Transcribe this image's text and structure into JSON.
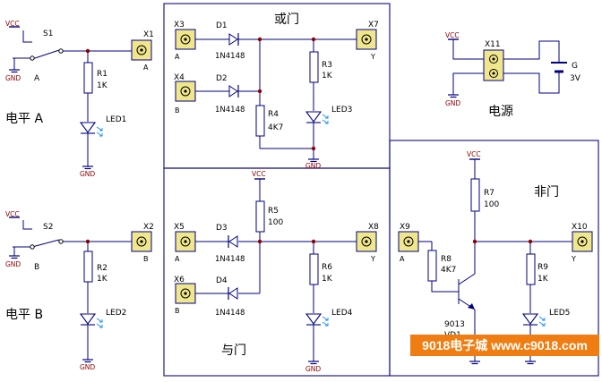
{
  "blocks": {
    "or_gate": "或门",
    "and_gate": "与门",
    "not_gate": "非门",
    "power": "电源",
    "level_a": "电平 A",
    "level_b": "电平 B"
  },
  "rails": {
    "vcc": "VCC",
    "gnd": "GND"
  },
  "left_a": {
    "switch": "S1",
    "pos": "A",
    "resistor": "R1",
    "rvalue": "1K",
    "led": "LED1",
    "terminal": "X1",
    "tpin": "A"
  },
  "left_b": {
    "switch": "S2",
    "pos": "B",
    "resistor": "R2",
    "rvalue": "1K",
    "led": "LED2",
    "terminal": "X2",
    "tpin": "B"
  },
  "or": {
    "in_a": "X3",
    "pin_a": "A",
    "in_b": "X4",
    "pin_b": "B",
    "d1": "D1",
    "d2": "D2",
    "dpart": "1N4148",
    "r3": "R3",
    "r3v": "1K",
    "r4": "R4",
    "r4v": "4K7",
    "led": "LED3",
    "out": "X7",
    "pin_y": "Y"
  },
  "and": {
    "in_a": "X5",
    "pin_a": "A",
    "in_b": "X6",
    "pin_b": "B",
    "d3": "D3",
    "d4": "D4",
    "dpart": "1N4148",
    "r5": "R5",
    "r5v": "100",
    "r6": "R6",
    "r6v": "1K",
    "led": "LED4",
    "out": "X8",
    "pin_y": "Y"
  },
  "not": {
    "in": "X9",
    "pin_a": "A",
    "r8": "R8",
    "r8v": "4K7",
    "r7": "R7",
    "r7v": "100",
    "transistor": "9013",
    "tr_ref": "VD1",
    "r9": "R9",
    "r9v": "1K",
    "led": "LED5",
    "out": "X10",
    "pin_y": "Y"
  },
  "supply": {
    "terminal": "X11",
    "battery": "G",
    "voltage": "3V"
  },
  "watermark": "9018电子城   www.c9018.com",
  "colors": {
    "wire": "#000080",
    "border": "#1e1e8c",
    "junction": "#8b0000",
    "terminal": "#f0e68c",
    "led": "#1e90ff",
    "brand": "#f07d11"
  }
}
